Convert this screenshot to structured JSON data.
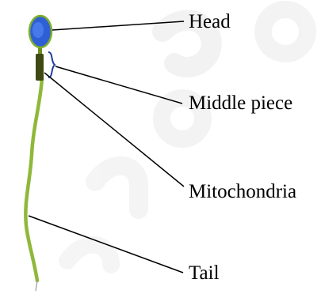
{
  "labels": {
    "head": "Head",
    "middle_piece": "Middle piece",
    "mitochondria": "Mitochondria",
    "tail": "Tail"
  },
  "colors": {
    "head_fill": "#2f5fd4",
    "head_outline": "#7fae2e",
    "middle_piece": "#3f4a12",
    "tail": "#8fb83a",
    "brace": "#1f3f9f",
    "watermark": "#e7e7e7",
    "text": "#000000"
  }
}
